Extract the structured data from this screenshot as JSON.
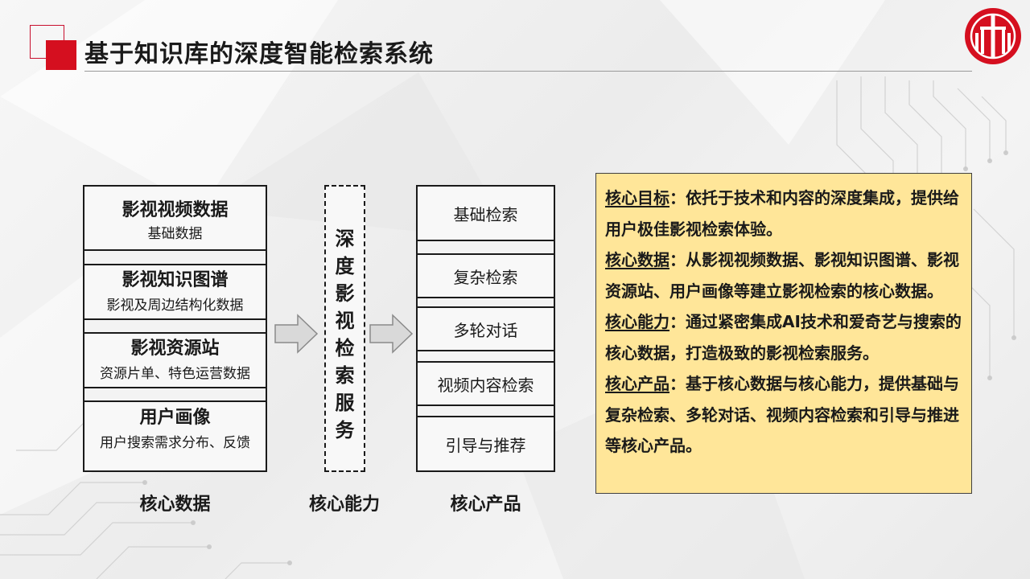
{
  "header": {
    "title": "基于知识库的深度智能检索系统"
  },
  "data_column": {
    "blocks": [
      {
        "title": "影视视频数据",
        "subtitle": "基础数据"
      },
      {
        "title": "影视知识图谱",
        "subtitle": "影视及周边结构化数据"
      },
      {
        "title": "影视资源站",
        "subtitle": "资源片单、特色运营数据"
      },
      {
        "title": "用户画像",
        "subtitle": "用户搜索需求分布、反馈"
      }
    ],
    "label": "核心数据"
  },
  "capability_column": {
    "chars": [
      "深",
      "度",
      "影",
      "视",
      "检",
      "索",
      "服",
      "务"
    ],
    "label": "核心能力"
  },
  "product_column": {
    "items": [
      "基础检索",
      "复杂检索",
      "多轮对话",
      "视频内容检索",
      "引导与推荐"
    ],
    "label": "核心产品"
  },
  "info_panel": {
    "paragraphs": [
      {
        "key": "核心目标",
        "text": "：依托于技术和内容的深度集成，提供给用户极佳影视检索体验。"
      },
      {
        "key": "核心数据",
        "text": "：从影视视频数据、影视知识图谱、影视资源站、用户画像等建立影视检索的核心数据。"
      },
      {
        "key": "核心能力",
        "text": "：通过紧密集成AI技术和爱奇艺与搜索的核心数据，打造极致的影视检索服务。"
      },
      {
        "key": "核心产品",
        "text": "：基于核心数据与核心能力，提供基础与复杂检索、多轮对话、视频内容检索和引导与推进等核心产品。"
      }
    ]
  },
  "colors": {
    "accent_red": "#d50f1f",
    "panel_fill": "#ffe699",
    "arrow_fill": "#d9d9d9"
  },
  "icons": {
    "logo": "citic-logo",
    "arrow": "right-block-arrow"
  }
}
